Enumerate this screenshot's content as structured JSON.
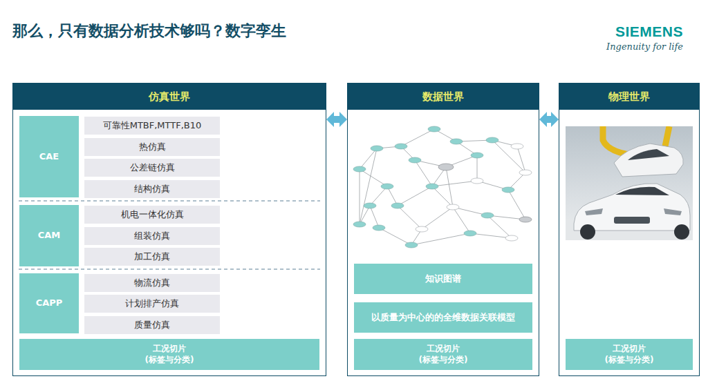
{
  "diagram": {
    "title": "那么，只有数据分析技术够吗？数字孪生",
    "nodes": [
      {
        "text": [
          "仿真世界"
        ]
      },
      {
        "text": [
          "CAE"
        ],
        "in": 0
      },
      {
        "text": [
          "可靠性MTBF,MTTF,B10"
        ],
        "in": 0
      },
      {
        "text": [
          "热仿真"
        ],
        "in": 0
      },
      {
        "text": [
          "公差链仿真"
        ],
        "in": 0
      },
      {
        "text": [
          "结构仿真"
        ],
        "in": 0
      },
      {
        "text": [
          "CAM"
        ],
        "in": 0
      },
      {
        "text": [
          "机电一体化仿真"
        ],
        "in": 0
      },
      {
        "text": [
          "组装仿真"
        ],
        "in": 0
      },
      {
        "text": [
          "加工仿真"
        ],
        "in": 0
      },
      {
        "text": [
          "CAPP"
        ],
        "in": 0
      },
      {
        "text": [
          "物流仿真"
        ],
        "in": 0
      },
      {
        "text": [
          "计划排产仿真"
        ],
        "in": 0
      },
      {
        "text": [
          "质量仿真"
        ],
        "in": 0
      },
      {
        "text": [
          "工况切片 (标签与分类)"
        ],
        "in": 0
      },
      {
        "text": [
          "数据世界"
        ]
      },
      {
        "text": [
          "知识图谱"
        ],
        "in": 15
      },
      {
        "text": [
          "以质量为中心的的全维数据关联模型"
        ],
        "in": 15
      },
      {
        "text": [
          "工况切片 (标签与分类)"
        ],
        "in": 15
      },
      {
        "text": [
          "物理世界"
        ]
      },
      {
        "text": [
          "工况切片 (标签与分类)"
        ],
        "in": 19
      }
    ],
    "edges": [
      {
        "from": 0,
        "to": 15,
        "arrow": "both"
      },
      {
        "from": 15,
        "to": 19,
        "arrow": "both"
      }
    ],
    "labels": [
      "SIEMENS",
      "Ingenuity for life"
    ]
  }
}
